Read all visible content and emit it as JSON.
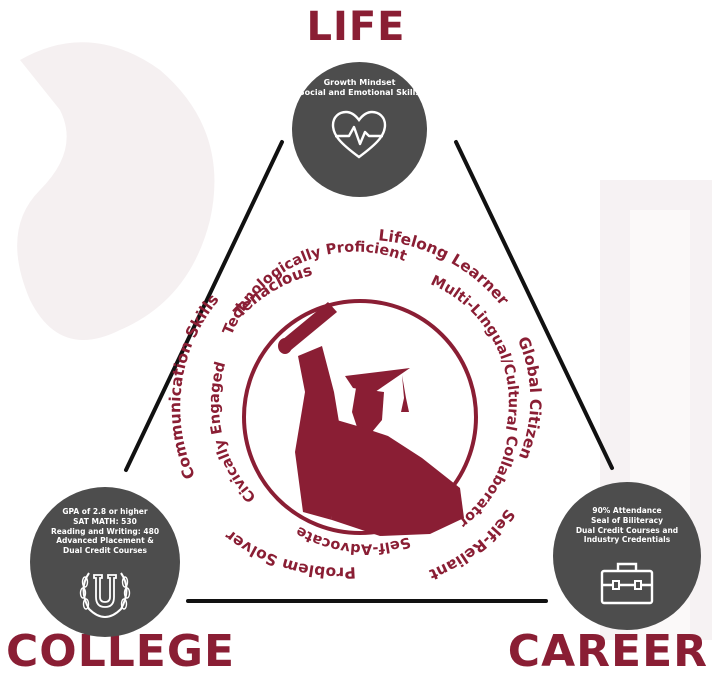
{
  "headings": {
    "life": "LIFE",
    "college": "COLLEGE",
    "career": "CAREER"
  },
  "life": {
    "lines": [
      "Growth Mindset",
      "Social and Emotional Skills"
    ],
    "icon": "heart-pulse-icon"
  },
  "college": {
    "lines": [
      "GPA of 2.8 or higher",
      "SAT MATH: 530",
      "Reading and Writing: 480",
      "Advanced Placement &",
      "Dual Credit Courses"
    ],
    "icon": "laurel-u-emblem-icon"
  },
  "career": {
    "lines": [
      "90% Attendance",
      "Seal of Biliteracy",
      "Dual Credit Courses and",
      "Industry Credentials"
    ],
    "icon": "briefcase-icon"
  },
  "center": {
    "icon": "graduate-holding-diploma-silhouette"
  },
  "traits": {
    "outer": [
      "Tenacious",
      "Lifelong Learner",
      "Global Citizen",
      "Self-Reliant",
      "Problem Solver",
      "Communication Skills"
    ],
    "inner": [
      "Technologically Proficient",
      "Multi-Lingual/Cultural",
      "Collaborator",
      "Self-Advocate",
      "Civically Engaged"
    ]
  },
  "colors": {
    "maroon": "#8a1e34",
    "node": "#4d4d4d",
    "line": "#111111",
    "watermark": "#f2eced"
  }
}
